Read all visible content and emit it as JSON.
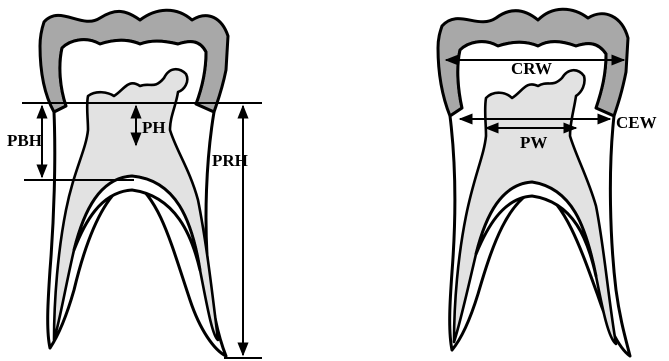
{
  "labels": {
    "pbh": "PBH",
    "ph": "PH",
    "prh": "PRH",
    "crw": "CRW",
    "cew": "CEW",
    "pw": "PW"
  },
  "colors": {
    "enamel": "#a8a8a8",
    "dentin": "#ffffff",
    "pulp": "#e2e2e2",
    "outline": "#000000"
  }
}
